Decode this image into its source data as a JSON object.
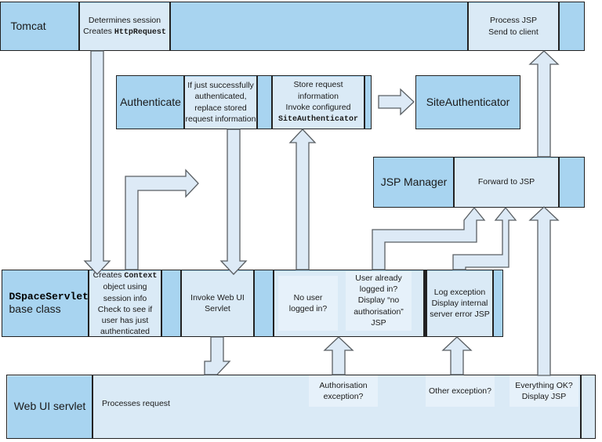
{
  "diagram": {
    "title": "DSpace Web UI request handling flow",
    "colors": {
      "lane_label_fill": "#a8d4f0",
      "lane_body_fill": "#daeaf6",
      "inner_box_fill": "#e6f1fa",
      "border": "#222222",
      "arrow_fill": "#ddeaf6",
      "arrow_stroke": "#5a5f63"
    },
    "lanes": [
      {
        "id": "tomcat",
        "label": "Tomcat",
        "cells": [
          {
            "id": "tomcat-determines-session",
            "lines": [
              "Determines session",
              "Creates ",
              "HttpRequest"
            ],
            "mono_tail": "HttpRequest",
            "text": "Determines session\nCreates HttpRequest"
          },
          {
            "id": "tomcat-process-jsp",
            "text": "Process JSP\nSend to client",
            "line1": "Process JSP",
            "line2": "Send to client"
          }
        ]
      },
      {
        "id": "authenticate",
        "label": "Authenticate",
        "cells": [
          {
            "id": "auth-replace-stored",
            "text": "If just successfully\nauthenticated,\nreplace stored\nrequest information",
            "line1": "If just successfully",
            "line2": "authenticated,",
            "line3": "replace stored",
            "line4": "request information"
          },
          {
            "id": "auth-store-request",
            "line1": "Store request information",
            "line2": "Invoke configured",
            "line3": "SiteAuthenticator"
          }
        ]
      },
      {
        "id": "siteauthenticator",
        "label": "SiteAuthenticator"
      },
      {
        "id": "jsp-manager",
        "label": "JSP Manager",
        "cells": [
          {
            "id": "jsp-forward",
            "text": "Forward to JSP"
          }
        ]
      },
      {
        "id": "dspaceservlet",
        "label_line1": "DSpaceServlet",
        "label_line2": "base class",
        "cells": [
          {
            "id": "creates-context",
            "line1a": "Creates ",
            "line1b": "Context",
            "line2": "object using",
            "line3": "session info",
            "line4": "Check to see if",
            "line5": "user has just",
            "line6": "authenticated"
          },
          {
            "id": "invoke-webui",
            "line1": "Invoke Web UI",
            "line2": "Servlet"
          },
          {
            "id": "no-user-logged-in",
            "line1": "No user",
            "line2": "logged in?"
          },
          {
            "id": "user-already-logged-in",
            "line1": "User already",
            "line2": "logged in?",
            "line3": "Display “no",
            "line4": "authorisation”",
            "line5": "JSP"
          },
          {
            "id": "log-exception",
            "line1": "Log exception",
            "line2": "Display internal",
            "line3": "server error JSP"
          }
        ]
      },
      {
        "id": "web-ui-servlet",
        "label": "Web UI servlet",
        "cells": [
          {
            "id": "processes-request",
            "text": "Processes request"
          },
          {
            "id": "authorisation-exception",
            "line1": "Authorisation",
            "line2": "exception?"
          },
          {
            "id": "other-exception",
            "line1": "Other exception?"
          },
          {
            "id": "everything-ok",
            "line1": "Everything OK?",
            "line2": "Display JSP"
          }
        ]
      }
    ]
  }
}
